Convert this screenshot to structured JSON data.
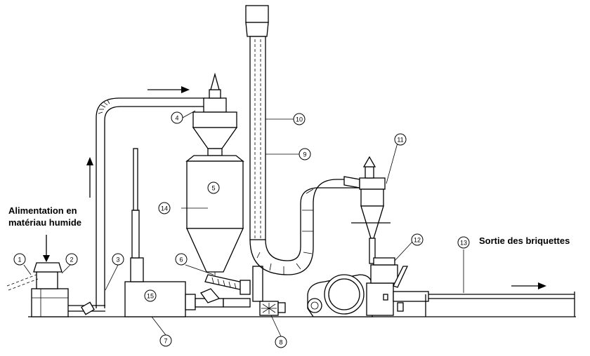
{
  "labels": {
    "feed_line1": "Alimentation en",
    "feed_line2": "matériau humide",
    "output": "Sortie des briquettes"
  },
  "callouts": [
    "1",
    "2",
    "3",
    "4",
    "5",
    "6",
    "7",
    "8",
    "9",
    "10",
    "11",
    "12",
    "13",
    "14",
    "15"
  ]
}
